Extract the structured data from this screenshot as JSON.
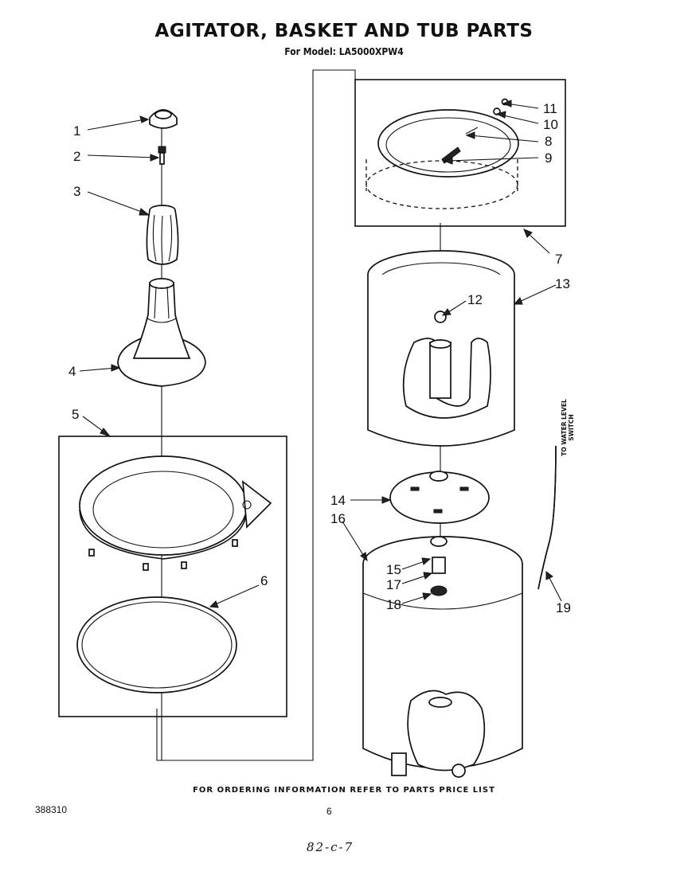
{
  "header": {
    "title": "AGITATOR, BASKET AND TUB PARTS",
    "subtitle": "For Model: LA5000XPW4"
  },
  "callouts": [
    "1",
    "2",
    "3",
    "4",
    "5",
    "6",
    "7",
    "8",
    "9",
    "10",
    "11",
    "12",
    "13",
    "14",
    "15",
    "16",
    "17",
    "18",
    "19"
  ],
  "hose_label": "TO WATER LEVEL SWITCH",
  "footer": {
    "note": "FOR ORDERING INFORMATION REFER TO PARTS PRICE LIST",
    "doc_number": "388310",
    "page_number": "6",
    "handwritten": "82-c-7"
  }
}
